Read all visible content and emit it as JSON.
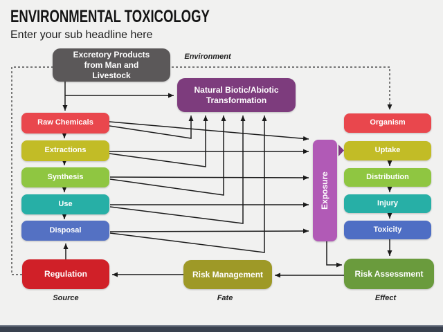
{
  "slide": {
    "title": "ENVIRONMENTAL TOXICOLOGY",
    "subtitle": "Enter your sub headline here",
    "footer_bar_color": "#39414F"
  },
  "diagram": {
    "region_labels": {
      "environment": "Environment",
      "source": "Source",
      "fate": "Fate",
      "effect": "Effect"
    },
    "left_column": [
      {
        "label": "Raw Chemicals",
        "color": "#E9474D"
      },
      {
        "label": "Extractions",
        "color": "#C2BC26"
      },
      {
        "label": "Synthesis",
        "color": "#8FC641"
      },
      {
        "label": "Use",
        "color": "#27AFA6"
      },
      {
        "label": "Disposal",
        "color": "#5471C3"
      }
    ],
    "right_column": [
      {
        "label": "Organism",
        "color": "#E9474D"
      },
      {
        "label": "Uptake",
        "color": "#C2BC26"
      },
      {
        "label": "Distribution",
        "color": "#8FC641"
      },
      {
        "label": "Injury",
        "color": "#27AFA6"
      },
      {
        "label": "Toxicity",
        "color": "#4E6EC4"
      }
    ],
    "nodes": {
      "excretory": {
        "label": "Excretory Products from Man and Livestock",
        "color": "#5B5859"
      },
      "transformation": {
        "label": "Natural Biotic/Abiotic Transformation",
        "color": "#7D3C7D"
      },
      "exposure": {
        "label": "Exposure",
        "color": "#B15AB6"
      },
      "regulation": {
        "label": "Regulation",
        "color": "#D02028"
      },
      "risk_management": {
        "label": "Risk Management",
        "color": "#9E9927"
      },
      "risk_assessment": {
        "label": "Risk Assessment",
        "color": "#6A9B3D"
      }
    },
    "arrow_color": "#1A1A1A",
    "exposure_to_uptake_arrow_color": "#7E3580"
  }
}
